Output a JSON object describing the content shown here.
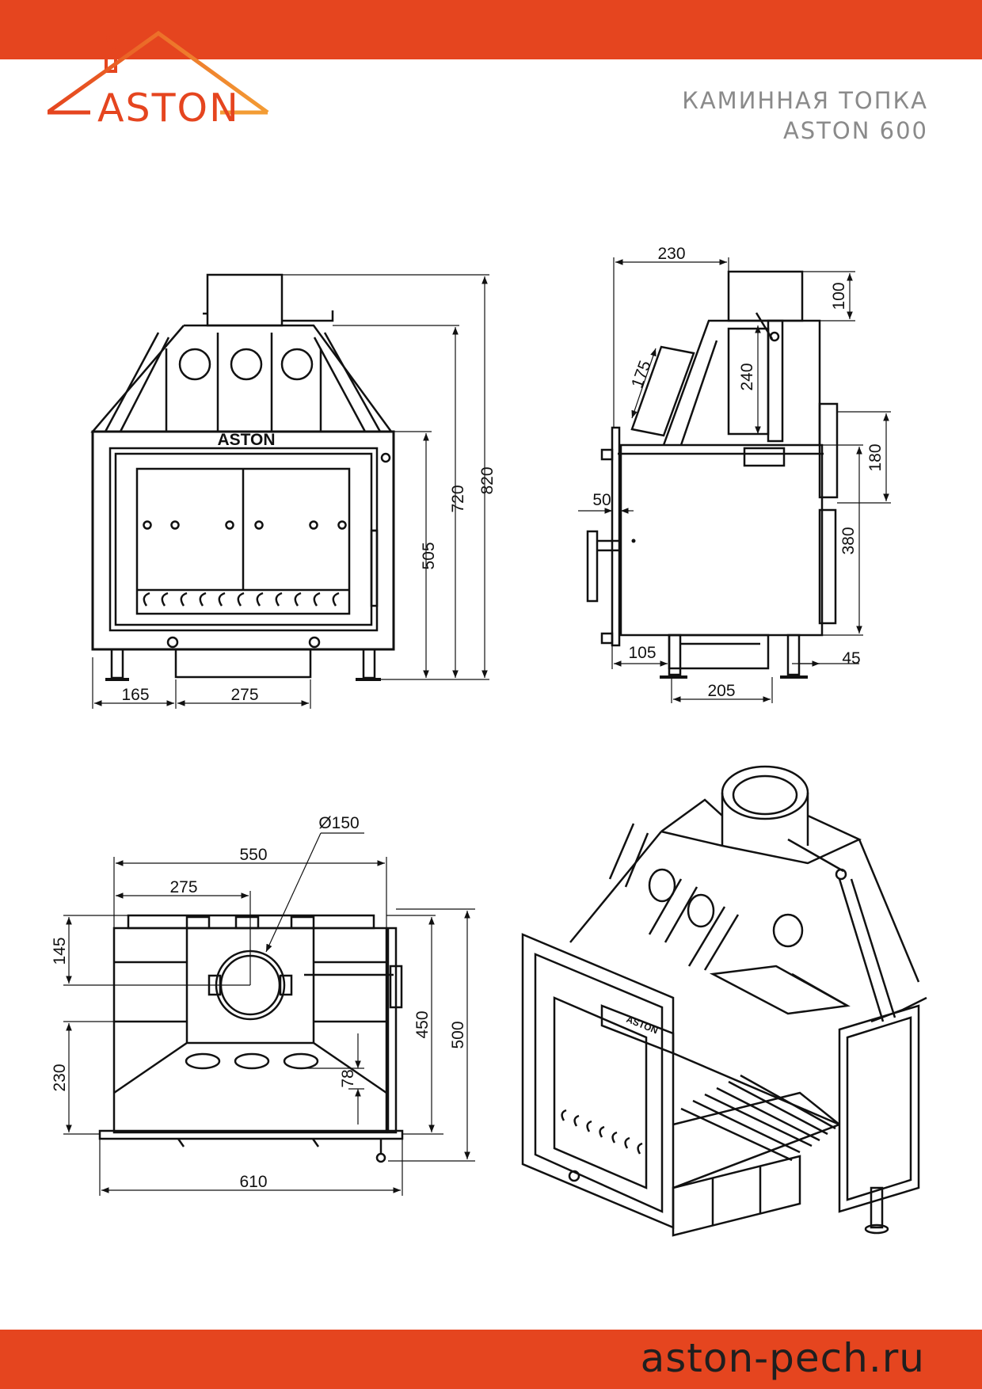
{
  "brand": {
    "name": "ASTON",
    "primary_color": "#e5451f",
    "secondary_color": "#f39c34"
  },
  "header": {
    "title_line1": "КАМИННАЯ ТОПКА",
    "title_line2": "ASTON 600"
  },
  "footer": {
    "website": "aston-pech.ru"
  },
  "front_view": {
    "plate_logo": "ASTON",
    "dims": {
      "height_total": "820",
      "height_body": "720",
      "height_door": "505",
      "offset_left": "165",
      "base_width": "275"
    }
  },
  "side_view": {
    "dims": {
      "depth_top": "230",
      "flue_height": "100",
      "panel_slant": "175",
      "damper": "240",
      "upper_rear": "180",
      "lower_rear": "380",
      "door_offset": "50",
      "front_leg": "105",
      "rear_leg": "45",
      "ash_box": "205"
    }
  },
  "top_view": {
    "dims": {
      "flue_diameter": "Ø150",
      "width_inner": "550",
      "flue_center": "275",
      "rear_upper": "145",
      "rear_lower": "230",
      "hole_offset": "78",
      "depth_inner": "450",
      "depth_total": "500",
      "width_total": "610"
    }
  }
}
